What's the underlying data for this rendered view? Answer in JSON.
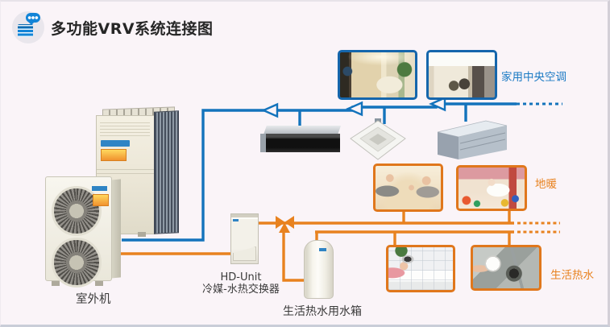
{
  "header": {
    "title": "多功能VRV系统连接图",
    "icon": "air-conditioner-chat-icon"
  },
  "diagram": {
    "outdoor": {
      "label": "室外机"
    },
    "hd_unit": {
      "name": "HD-Unit",
      "desc": "冷媒-水热交换器"
    },
    "tank": {
      "label": "生活热水用水箱"
    },
    "zones": {
      "central_ac": {
        "label": "家用中央空调",
        "color": "#1b7ac4"
      },
      "floor_heating": {
        "label": "地暖",
        "color": "#e8821f"
      },
      "hot_water": {
        "label": "生活热水",
        "color": "#e8821f"
      }
    },
    "lines": {
      "refrigerant_color": "#1373bc",
      "water_color": "#e8821f",
      "flow_direction": "toward-outdoor-unit"
    }
  }
}
